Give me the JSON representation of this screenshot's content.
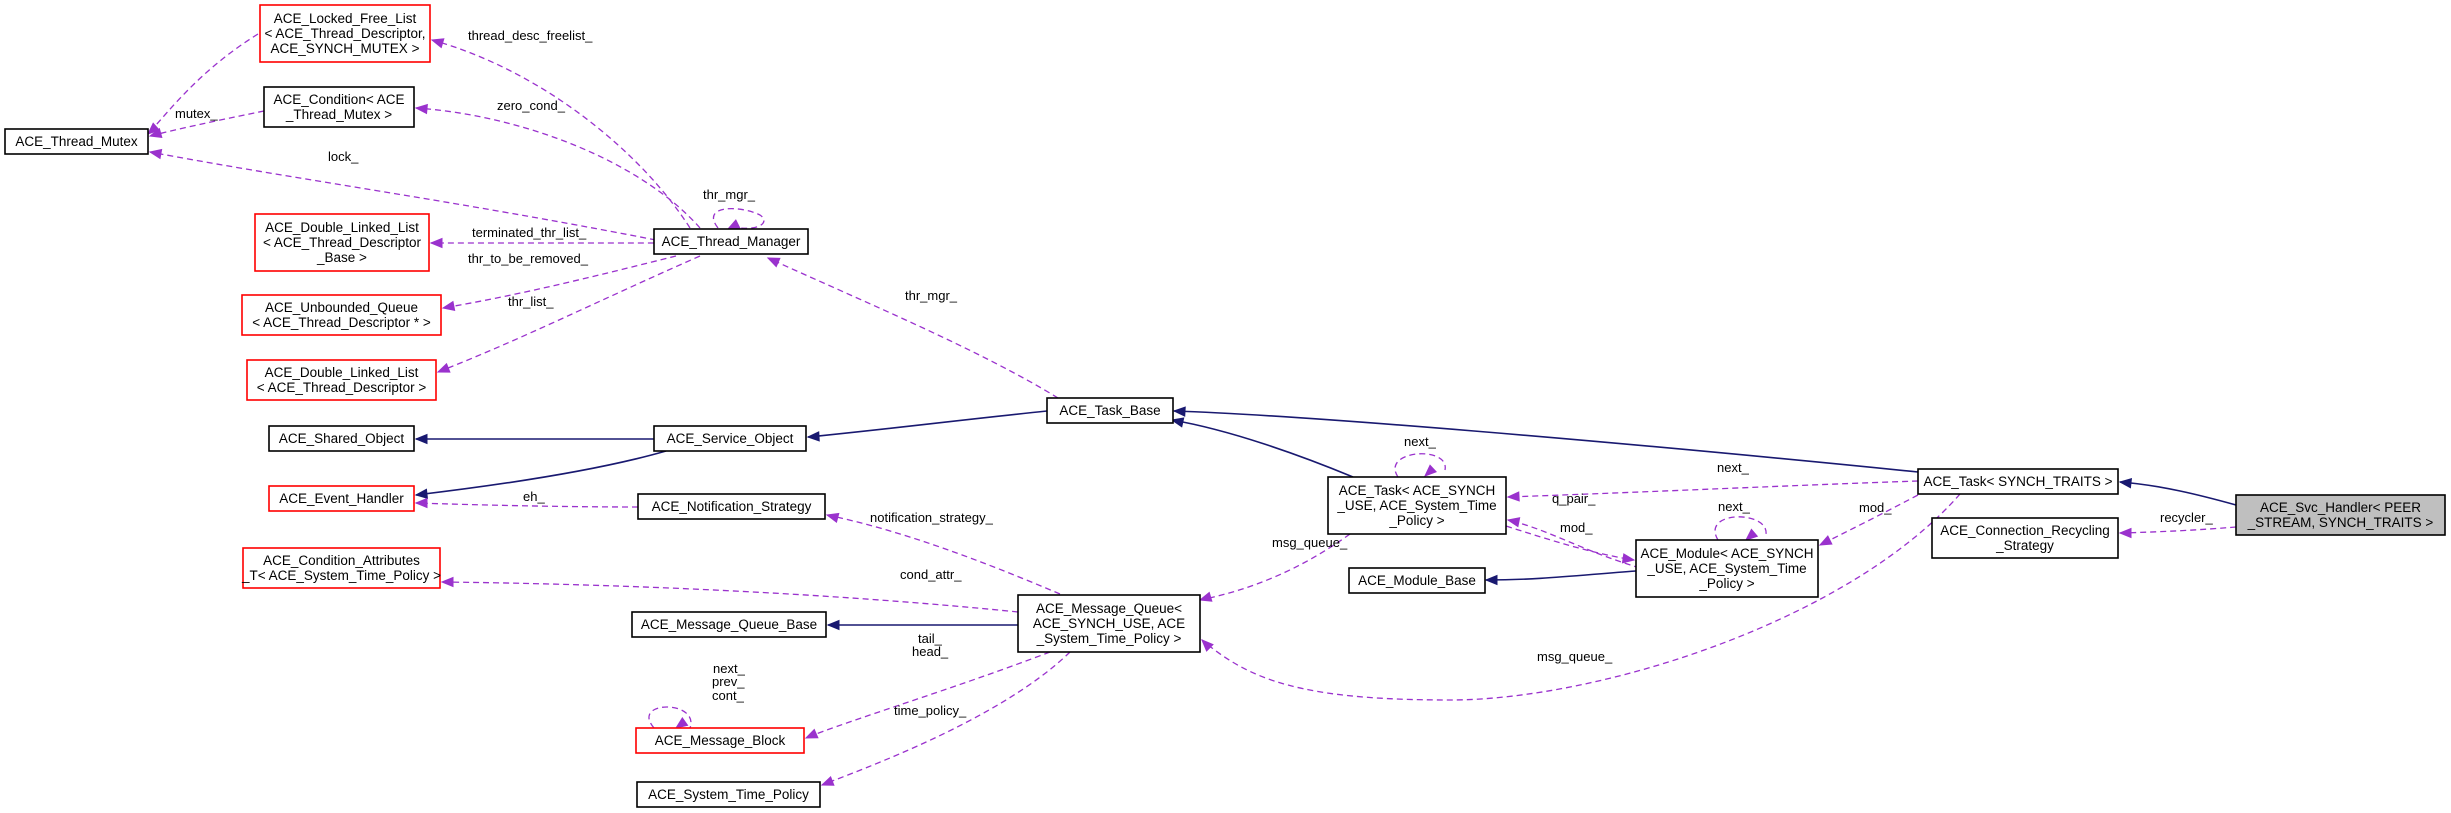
{
  "nodes": {
    "thread_mutex": {
      "lines": [
        "ACE_Thread_Mutex"
      ]
    },
    "locked_free_list": {
      "lines": [
        "ACE_Locked_Free_List",
        "< ACE_Thread_Descriptor,",
        "ACE_SYNCH_MUTEX >"
      ]
    },
    "condition": {
      "lines": [
        "ACE_Condition< ACE",
        "_Thread_Mutex >"
      ]
    },
    "double_linked_list_base": {
      "lines": [
        "ACE_Double_Linked_List",
        "< ACE_Thread_Descriptor",
        "_Base >"
      ]
    },
    "thread_manager": {
      "lines": [
        "ACE_Thread_Manager"
      ]
    },
    "unbounded_queue": {
      "lines": [
        "ACE_Unbounded_Queue",
        "< ACE_Thread_Descriptor * >"
      ]
    },
    "double_linked_list": {
      "lines": [
        "ACE_Double_Linked_List",
        "< ACE_Thread_Descriptor >"
      ]
    },
    "task_base": {
      "lines": [
        "ACE_Task_Base"
      ]
    },
    "shared_object": {
      "lines": [
        "ACE_Shared_Object"
      ]
    },
    "service_object": {
      "lines": [
        "ACE_Service_Object"
      ]
    },
    "event_handler": {
      "lines": [
        "ACE_Event_Handler"
      ]
    },
    "notification_strategy": {
      "lines": [
        "ACE_Notification_Strategy"
      ]
    },
    "condition_attributes": {
      "lines": [
        "ACE_Condition_Attributes",
        "_T< ACE_System_Time_Policy >"
      ]
    },
    "message_queue_base": {
      "lines": [
        "ACE_Message_Queue_Base"
      ]
    },
    "message_queue": {
      "lines": [
        "ACE_Message_Queue<",
        "ACE_SYNCH_USE, ACE",
        "_System_Time_Policy >"
      ]
    },
    "message_block": {
      "lines": [
        "ACE_Message_Block"
      ]
    },
    "system_time_policy": {
      "lines": [
        "ACE_System_Time_Policy"
      ]
    },
    "task_synch_use": {
      "lines": [
        "ACE_Task< ACE_SYNCH",
        "_USE, ACE_System_Time",
        "_Policy >"
      ]
    },
    "module_base": {
      "lines": [
        "ACE_Module_Base"
      ]
    },
    "module": {
      "lines": [
        "ACE_Module< ACE_SYNCH",
        "_USE, ACE_System_Time",
        "_Policy >"
      ]
    },
    "task_synch_traits": {
      "lines": [
        "ACE_Task< SYNCH_TRAITS >"
      ]
    },
    "connection_recycling": {
      "lines": [
        "ACE_Connection_Recycling",
        "_Strategy"
      ]
    },
    "svc_handler": {
      "lines": [
        "ACE_Svc_Handler< PEER",
        "_STREAM, SYNCH_TRAITS >"
      ]
    }
  },
  "edge_labels": {
    "mutex": "mutex_",
    "thread_desc_freelist": "thread_desc_freelist_",
    "zero_cond": "zero_cond_",
    "lock": "lock_",
    "thr_mgr_self": "thr_mgr_",
    "terminated_thr_list": "terminated_thr_list_",
    "thr_to_be_removed": "thr_to_be_removed_",
    "thr_list": "thr_list_",
    "thr_mgr": "thr_mgr_",
    "eh": "eh_",
    "notification_strategy": "notification_strategy_",
    "cond_attr": "cond_attr_",
    "msg_queue_task": "msg_queue_",
    "tail": "tail_",
    "head": "head_",
    "mb_next": "next_",
    "mb_prev": "prev_",
    "mb_cont": "cont_",
    "time_policy": "time_policy_",
    "task_next_self": "next_",
    "task_next": "next_",
    "q_pair": "q_pair_",
    "mod_q": "mod_",
    "module_next_self": "next_",
    "mod": "mod_",
    "msg_queue_traits": "msg_queue_",
    "recycler": "recycler_"
  }
}
